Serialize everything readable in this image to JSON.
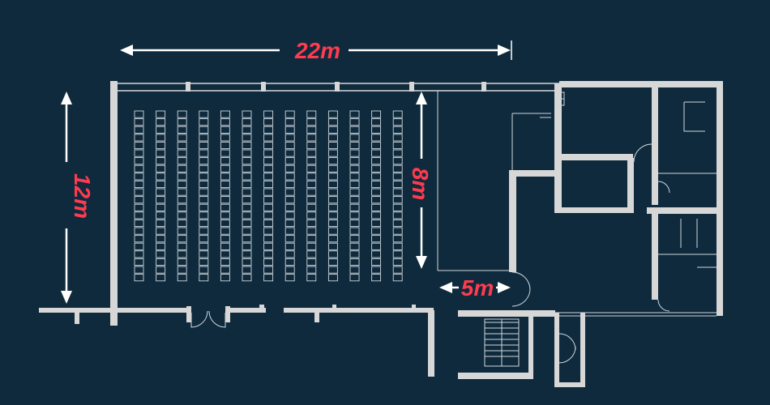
{
  "dimensions": {
    "hall_length": "22m",
    "hall_width": "12m",
    "seating_depth": "8m",
    "stage_gap": "5m"
  },
  "colors": {
    "background": "#0f2a3d",
    "walls": "#d7d7d7",
    "dimension_lines": "#ffffff",
    "labels": "#ff3b4e"
  },
  "seating": {
    "columns": 13,
    "rows": 22
  }
}
